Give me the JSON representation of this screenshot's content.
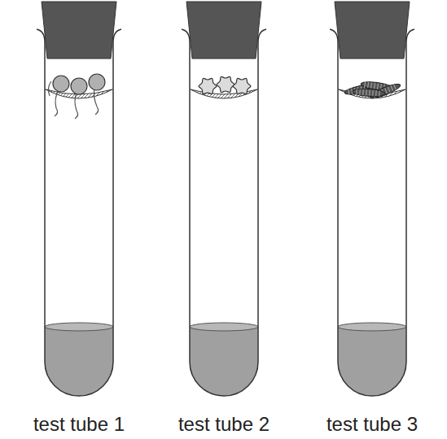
{
  "diagram": {
    "labels": [
      "test tube 1",
      "test tube 2",
      "test tube 3"
    ]
  }
}
